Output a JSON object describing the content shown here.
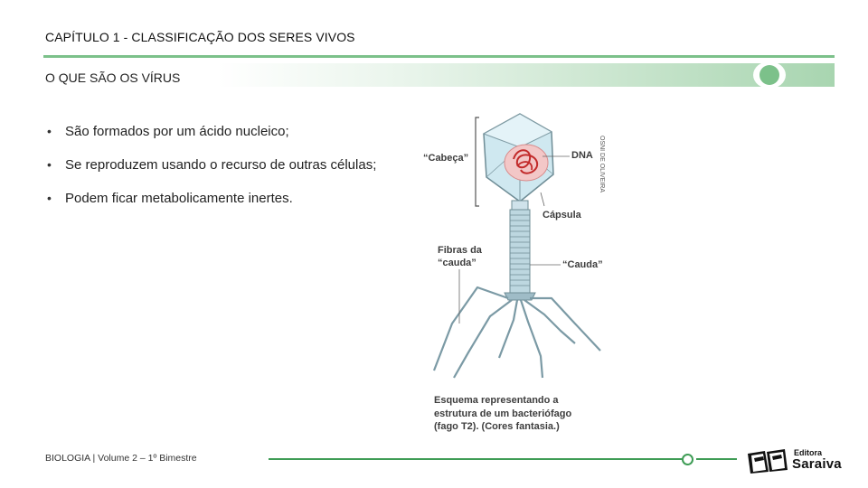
{
  "header": {
    "chapter_title": "CAPÍTULO 1 - CLASSIFICAÇÃO DOS SERES VIVOS",
    "section_title": "O QUE SÃO OS VÍRUS"
  },
  "bullets": [
    "São formados por um ácido nucleico;",
    "Se reproduzem usando o recurso de outras células;",
    "Podem ficar metabolicamente inertes."
  ],
  "figure": {
    "labels": {
      "head": "“Cabeça”",
      "dna": "DNA",
      "capsule": "Cápsula",
      "fibers_line1": "Fibras da",
      "fibers_line2": "“cauda”",
      "tail": "“Cauda”"
    },
    "credit": "OSNI DE OLIVEIRA",
    "caption": "Esquema representando a estrutura de um bacteriófago (fago T2). (Cores fantasia.)"
  },
  "footer": {
    "text": "BIOLOGIA  | Volume 2 – 1º Bimestre",
    "logo_small": "Editora",
    "logo_main": "Saraiva"
  },
  "colors": {
    "accent_green": "#7cc18a",
    "footer_green": "#3e9c55"
  }
}
